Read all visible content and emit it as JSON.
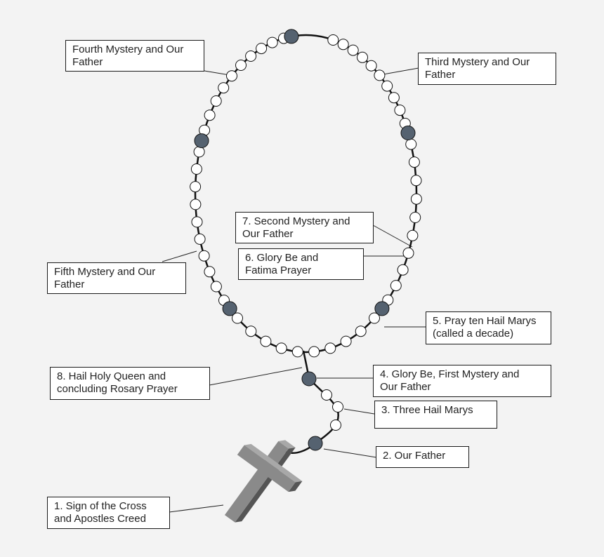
{
  "colors": {
    "background": "#f3f3f3",
    "bead_small": "#ffffff",
    "bead_large": "#556270",
    "chain": "#111111",
    "cross_face": "#8a8a8a",
    "cross_side": "#5a5a5a"
  },
  "labels": {
    "step1": "1. Sign of the Cross\nand Apostles Creed",
    "step2": "2. Our Father",
    "step3": "3. Three Hail Marys",
    "step4": "4. Glory Be, First Mystery and\nOur Father",
    "step5": "5. Pray ten Hail Marys\n(called a decade)",
    "step6": "6. Glory Be and\nFatima Prayer",
    "step7": "7. Second Mystery and\nOur Father",
    "step8": "8. Hail Holy Queen and\nconcluding Rosary Prayer",
    "third": "Third Mystery and Our\nFather",
    "fourth": "Fourth Mystery and Our\nFather",
    "fifth": "Fifth Mystery and Our\nFather"
  }
}
